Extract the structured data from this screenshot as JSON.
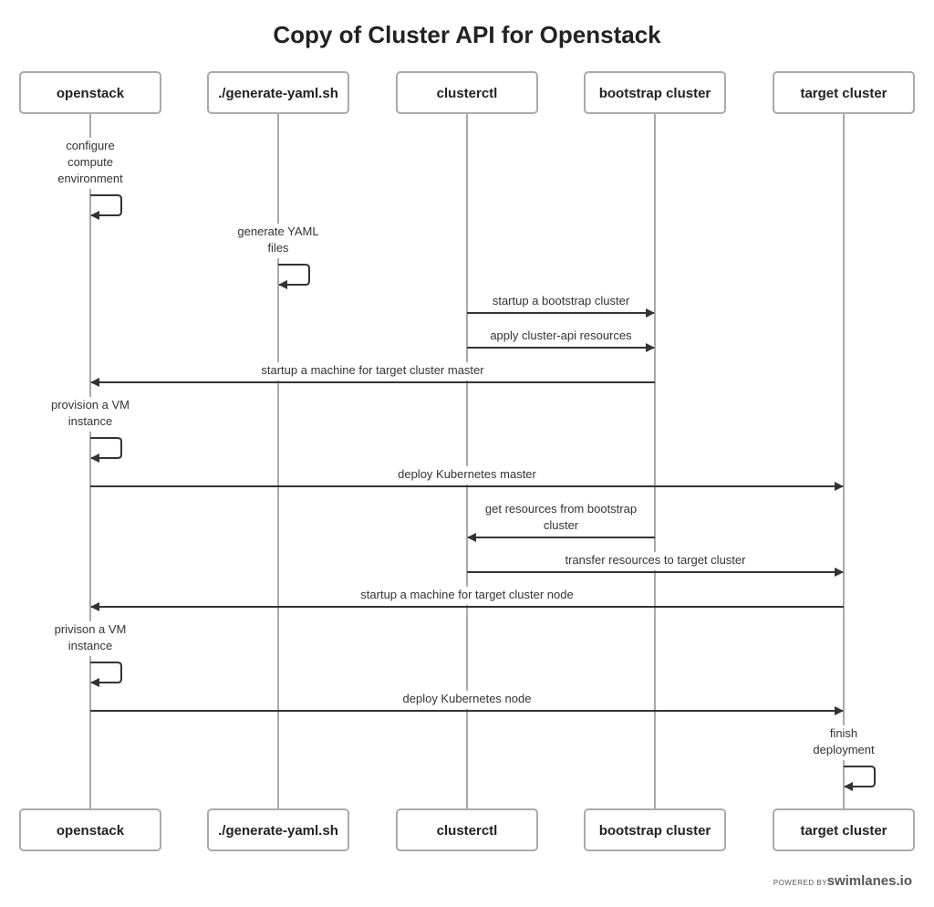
{
  "title": "Copy of Cluster API for Openstack",
  "participants": [
    {
      "id": "openstack",
      "label": "openstack"
    },
    {
      "id": "generate",
      "label": "./generate-yaml.sh"
    },
    {
      "id": "clusterctl",
      "label": "clusterctl"
    },
    {
      "id": "bootstrap",
      "label": "bootstrap cluster"
    },
    {
      "id": "target",
      "label": "target cluster"
    }
  ],
  "messages": [
    {
      "from": "openstack",
      "to": "openstack",
      "lines": [
        "configure",
        "compute",
        "environment"
      ]
    },
    {
      "from": "generate",
      "to": "generate",
      "lines": [
        "generate YAML",
        "files"
      ]
    },
    {
      "from": "clusterctl",
      "to": "bootstrap",
      "lines": [
        "startup a bootstrap cluster"
      ]
    },
    {
      "from": "clusterctl",
      "to": "bootstrap",
      "lines": [
        "apply cluster-api resources"
      ]
    },
    {
      "from": "bootstrap",
      "to": "openstack",
      "lines": [
        "startup a machine for target cluster master"
      ]
    },
    {
      "from": "openstack",
      "to": "openstack",
      "lines": [
        "provision a VM",
        "instance"
      ]
    },
    {
      "from": "openstack",
      "to": "target",
      "lines": [
        "deploy Kubernetes master"
      ]
    },
    {
      "from": "bootstrap",
      "to": "clusterctl",
      "lines": [
        "get resources from bootstrap",
        "cluster"
      ]
    },
    {
      "from": "clusterctl",
      "to": "target",
      "lines": [
        "transfer resources to target cluster"
      ]
    },
    {
      "from": "target",
      "to": "openstack",
      "lines": [
        "startup a machine for target cluster node"
      ]
    },
    {
      "from": "openstack",
      "to": "openstack",
      "lines": [
        "privison a VM",
        "instance"
      ]
    },
    {
      "from": "openstack",
      "to": "target",
      "lines": [
        "deploy Kubernetes node"
      ]
    },
    {
      "from": "target",
      "to": "target",
      "lines": [
        "finish",
        "deployment"
      ]
    }
  ],
  "footer": {
    "powered_by": "POWERED BY",
    "brand": "swimlanes.io"
  }
}
